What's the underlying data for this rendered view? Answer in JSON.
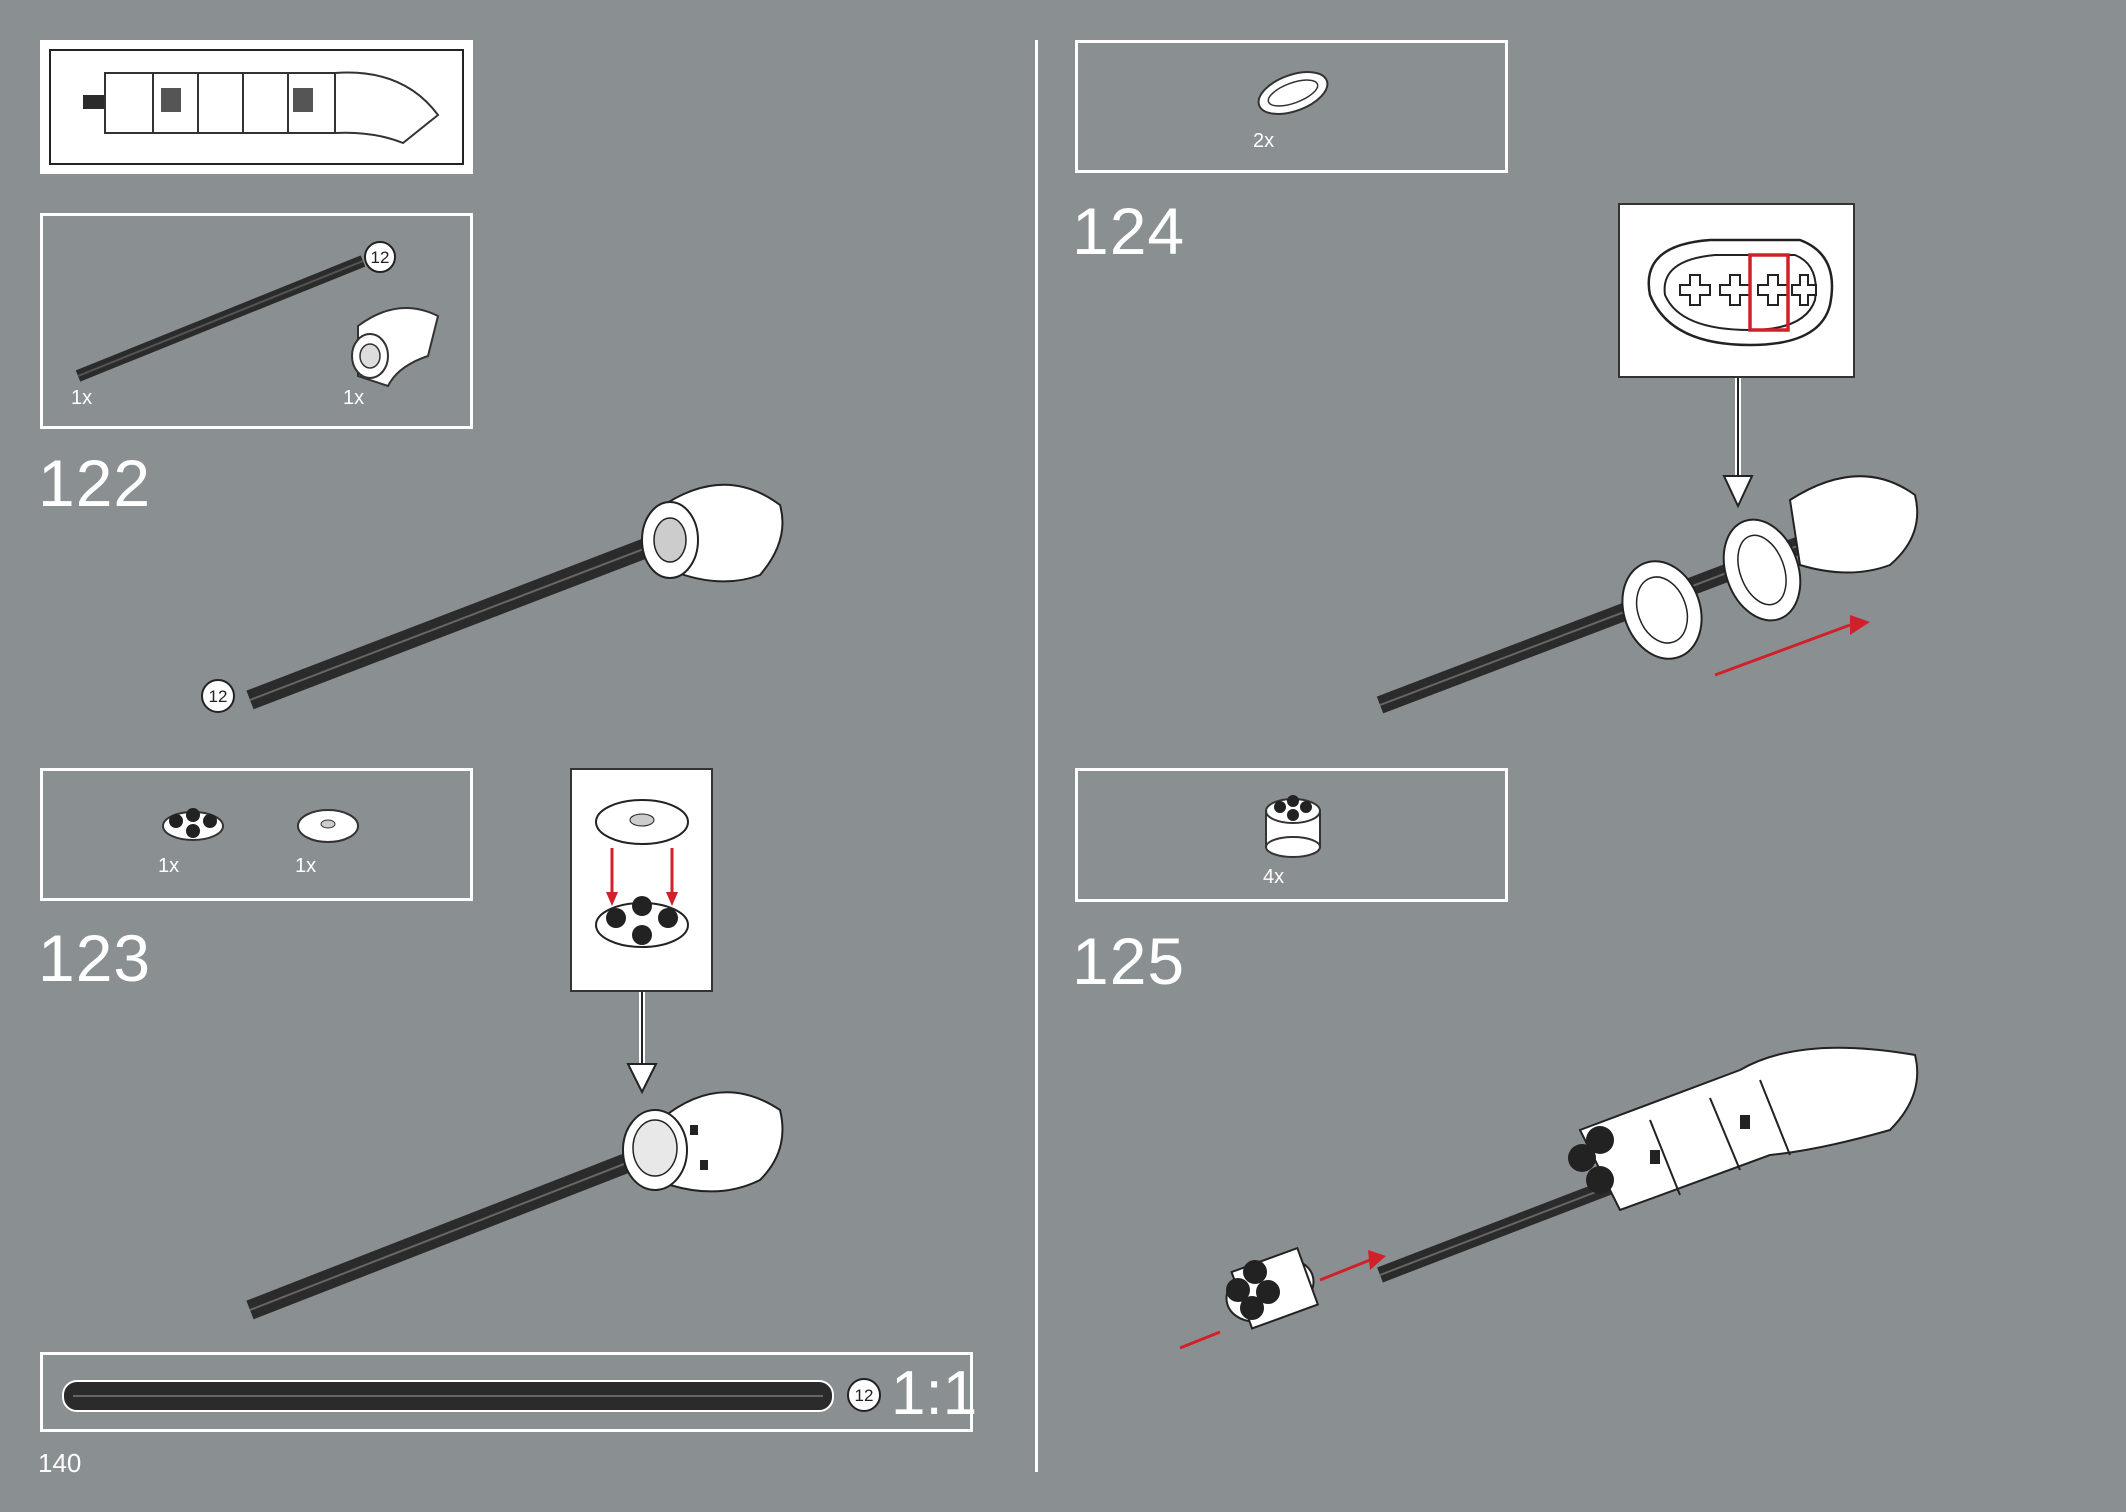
{
  "page_number": "140",
  "steps": [
    {
      "number": "122",
      "parts": [
        {
          "qty": "1x",
          "length": "12"
        },
        {
          "qty": "1x"
        }
      ],
      "callout_length": "12"
    },
    {
      "number": "123",
      "parts": [
        {
          "qty": "1x"
        },
        {
          "qty": "1x"
        }
      ]
    },
    {
      "number": "124",
      "parts": [
        {
          "qty": "2x"
        }
      ]
    },
    {
      "number": "125",
      "parts": [
        {
          "qty": "4x"
        }
      ]
    }
  ],
  "scale_bar": {
    "length": "12",
    "ratio": "1:1"
  },
  "colors": {
    "background": "#8a9091",
    "axle": "#2b2b2b",
    "arrow": "#d0202a",
    "highlight": "#d0202a"
  }
}
